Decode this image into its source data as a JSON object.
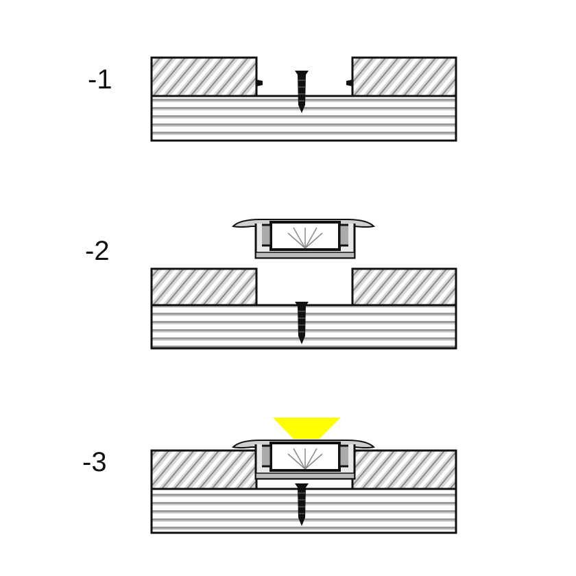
{
  "steps": [
    {
      "label": "-1"
    },
    {
      "label": "-2"
    },
    {
      "label": "-3"
    }
  ],
  "colors": {
    "light": "#ffff00",
    "outline": "#111111",
    "hatch": "#9a9a9a"
  }
}
